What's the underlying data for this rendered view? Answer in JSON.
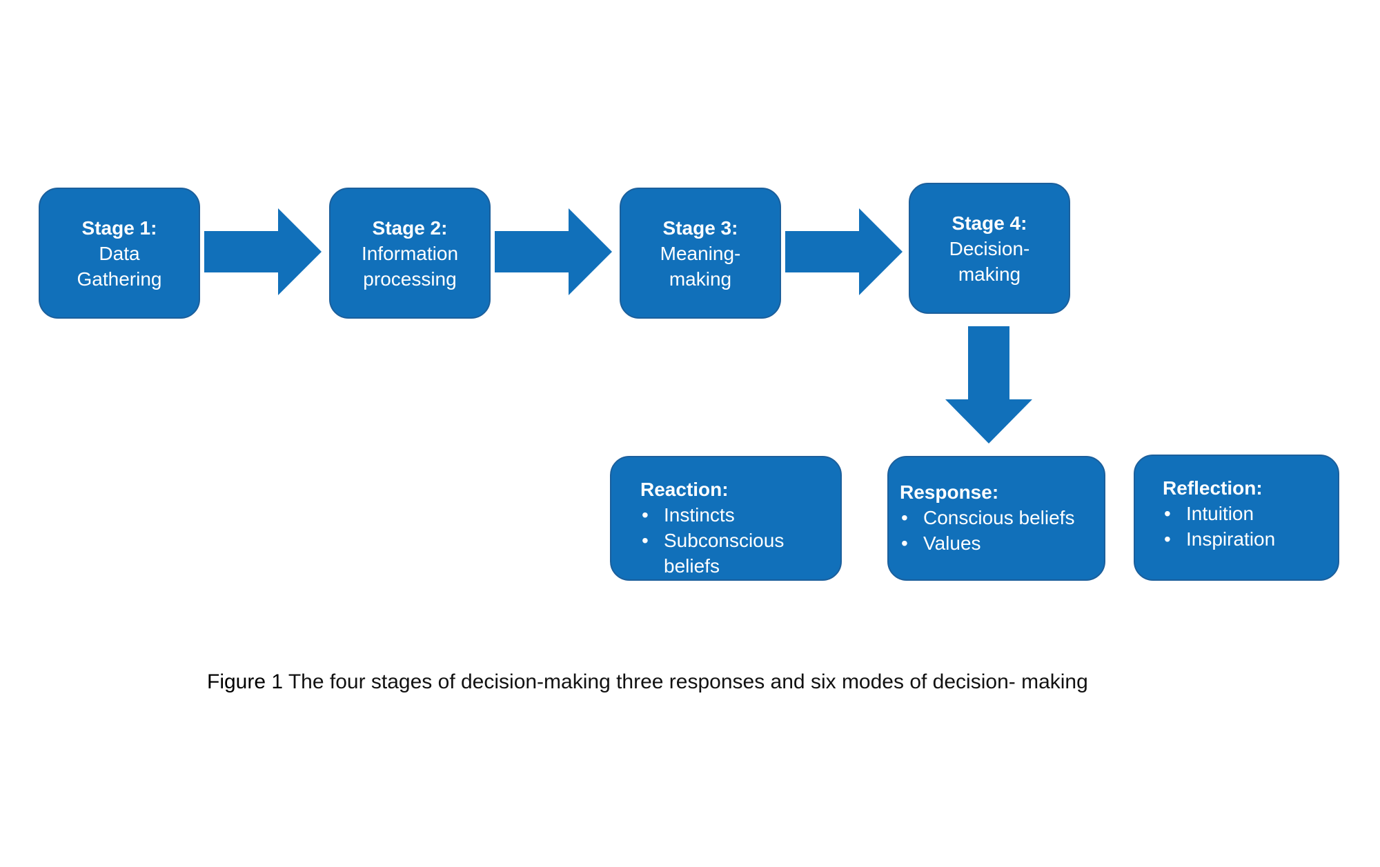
{
  "colors": {
    "box_fill": "#1170ba",
    "box_border": "#1b5f9c",
    "arrow_fill": "#1170ba",
    "text": "#ffffff"
  },
  "stages": [
    {
      "title": "Stage 1:",
      "line1": "Data",
      "line2": "Gathering"
    },
    {
      "title": "Stage 2:",
      "line1": "Information",
      "line2": "processing"
    },
    {
      "title": "Stage 3:",
      "line1": "Meaning-",
      "line2": "making"
    },
    {
      "title": "Stage 4:",
      "line1": "Decision-",
      "line2": "making"
    }
  ],
  "modes": [
    {
      "title": "Reaction:",
      "items": [
        "Instincts",
        "Subconscious beliefs"
      ]
    },
    {
      "title": "Response:",
      "items": [
        "Conscious beliefs",
        "Values"
      ]
    },
    {
      "title": "Reflection:",
      "items": [
        "Intuition",
        "Inspiration"
      ]
    }
  ],
  "caption": {
    "label": "Figure 1",
    "text": " The four stages of decision-making three responses and six modes of decision- making"
  }
}
